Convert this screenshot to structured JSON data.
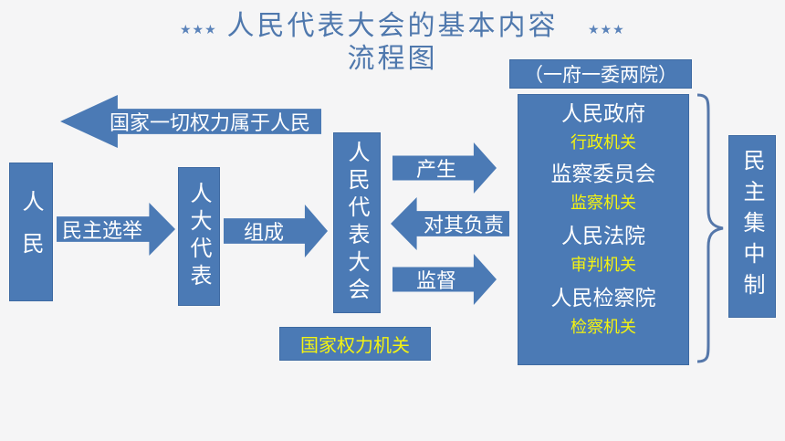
{
  "title_line1": "人民代表大会的基本内容",
  "title_line2": "流程图",
  "stars_left": "★★★",
  "stars_right": "★★★",
  "people": "人民",
  "arrow_top": "国家一切权力属于人民",
  "arrow_elect": "民主选举",
  "deputies": "人大代表",
  "arrow_form": "组成",
  "congress": "人民代表大会",
  "arrow_produce": "产生",
  "arrow_responsible": "对其负责",
  "arrow_supervise": "监督",
  "power_organ": "国家权力机关",
  "header_box": "（一府一委两院）",
  "organs": [
    {
      "name": "人民政府",
      "role": "行政机关"
    },
    {
      "name": "监察委员会",
      "role": "监察机关"
    },
    {
      "name": "人民法院",
      "role": "审判机关"
    },
    {
      "name": "人民检察院",
      "role": "检察机关"
    }
  ],
  "centralism": "民主集中制",
  "colors": {
    "box": "#4b7ab5",
    "title": "#4f78ad",
    "highlight": "#f4f311"
  }
}
